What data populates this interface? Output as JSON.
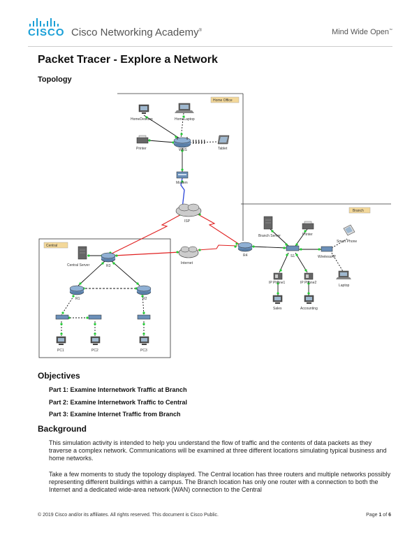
{
  "header": {
    "brand": "CISCO",
    "academy": "Cisco Networking Academy",
    "academy_mark": "®",
    "tagline": "Mind Wide Open",
    "tagline_mark": "™"
  },
  "title": "Packet Tracer - Explore a Network",
  "topology": {
    "heading": "Topology",
    "zones": {
      "home": "Home Office",
      "branch": "Branch",
      "central": "Central"
    },
    "devices": {
      "home_desktop": "HomeDesktop",
      "home_laptop": "HomeLaptop",
      "printer": "Printer",
      "tablet": "Tablet",
      "wrs": "WRS",
      "modem": "Modem",
      "isp": "ISP",
      "internet": "Internet",
      "central_server": "Central Server",
      "r1": "R1",
      "r2": "R2",
      "r3": "R3",
      "r4": "R4",
      "pc1": "PC1",
      "pc2": "PC2",
      "pc3": "PC3",
      "branch_server": "Branch Server",
      "s1": "S1",
      "smart_phone": "Smart Phone",
      "wireless_ap": "WirelessAP",
      "laptop": "Laptop",
      "phone1": "IP Phone1",
      "phone2": "IP Phone2",
      "sales": "Sales",
      "accounting": "Accounting"
    }
  },
  "objectives": {
    "heading": "Objectives",
    "parts": [
      "Part 1: Examine Internetwork Traffic at Branch",
      "Part 2: Examine Internetwork Traffic to Central",
      "Part 3: Examine Internet Traffic from Branch"
    ]
  },
  "background": {
    "heading": "Background",
    "paragraphs": [
      "This simulation activity is intended to help you understand the flow of traffic and the contents of data packets as they traverse a complex network. Communications will be examined at three different locations simulating typical business and home networks.",
      "Take a few moments to study the topology displayed. The Central location has three routers and multiple networks possibly representing different buildings within a campus. The Branch location has only one router with a connection to both the Internet and a dedicated wide-area network (WAN) connection to the Central"
    ]
  },
  "footer": {
    "copyright": "© 2019 Cisco and/or its affiliates. All rights reserved. This document is Cisco Public.",
    "page_prefix": "Page ",
    "page_num": "1",
    "page_of": " of ",
    "page_total": "6"
  },
  "colors": {
    "brand_blue": "#1ba0d7",
    "serial_red": "#e02020",
    "link_green": "#22cc33",
    "zone_label_bg": "#f3d89a"
  }
}
